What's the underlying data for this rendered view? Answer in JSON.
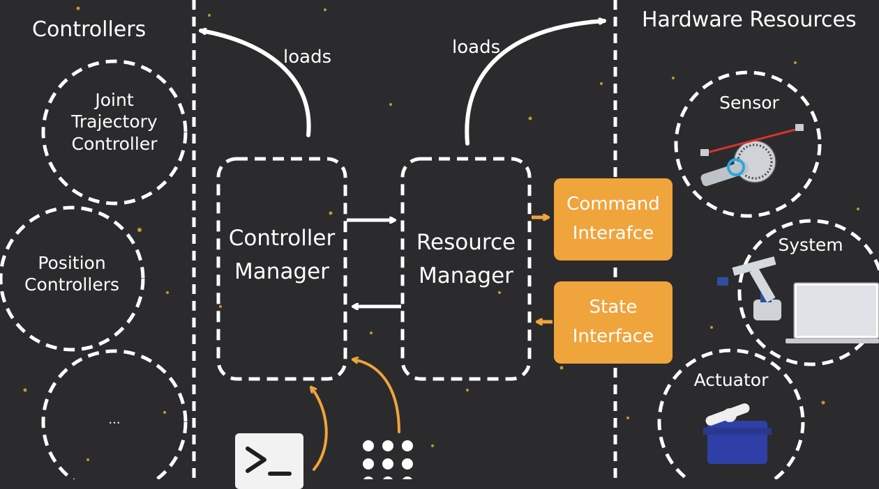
{
  "controllers": {
    "heading": "Controllers",
    "items": [
      "Joint\nTrajectory\nController",
      "Position\nControllers",
      "..."
    ]
  },
  "hardware": {
    "heading": "Hardware Resources",
    "items": [
      "Sensor",
      "System",
      "Actuator"
    ]
  },
  "managers": {
    "controller_manager": "Controller\nManager",
    "resource_manager": "Resource\nManager"
  },
  "interfaces": {
    "command": "Command\nInterafce",
    "state": "State\nInterface"
  },
  "arrows": {
    "loads_left": "loads",
    "loads_right": "loads"
  },
  "bottom_icons": [
    "terminal-icon",
    "grid-dots-icon"
  ],
  "colors": {
    "background": "#2b2b2d",
    "accent": "#f0a43c",
    "line": "#ffffff"
  }
}
